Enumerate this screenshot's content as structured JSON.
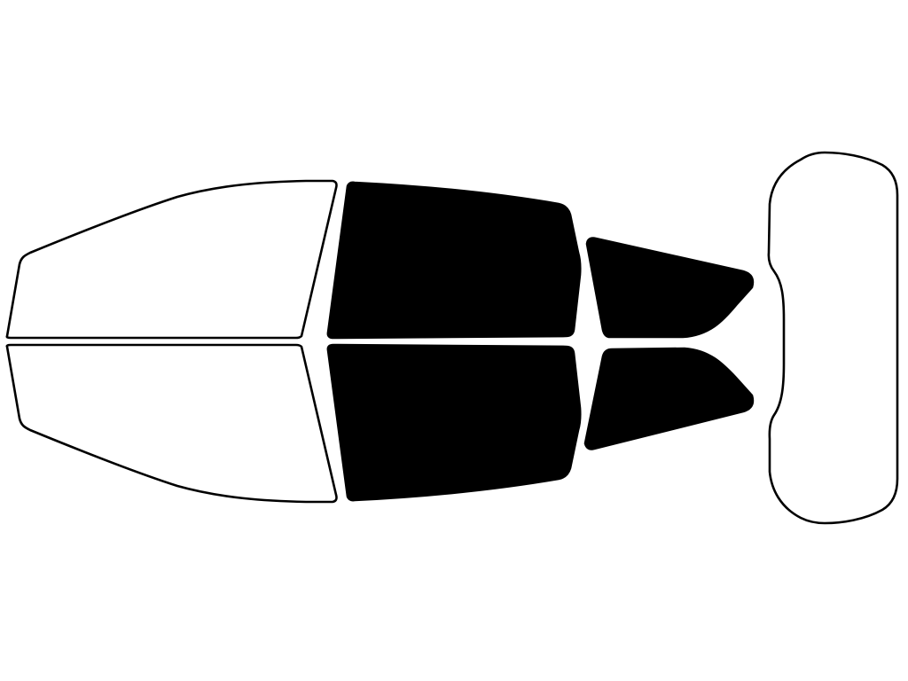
{
  "diagram": {
    "type": "window-tint-layout",
    "colors": {
      "background": "#ffffff",
      "outline": "#000000",
      "tinted_fill": "#000000",
      "untinted_fill": "#ffffff"
    },
    "windows": [
      {
        "id": "windshield-left-half",
        "tinted": false
      },
      {
        "id": "windshield-right-half",
        "tinted": false
      },
      {
        "id": "front-left-door-window",
        "tinted": true
      },
      {
        "id": "front-right-door-window",
        "tinted": true
      },
      {
        "id": "rear-left-door-window",
        "tinted": true
      },
      {
        "id": "rear-right-door-window",
        "tinted": true
      },
      {
        "id": "rear-window",
        "tinted": false
      }
    ]
  }
}
